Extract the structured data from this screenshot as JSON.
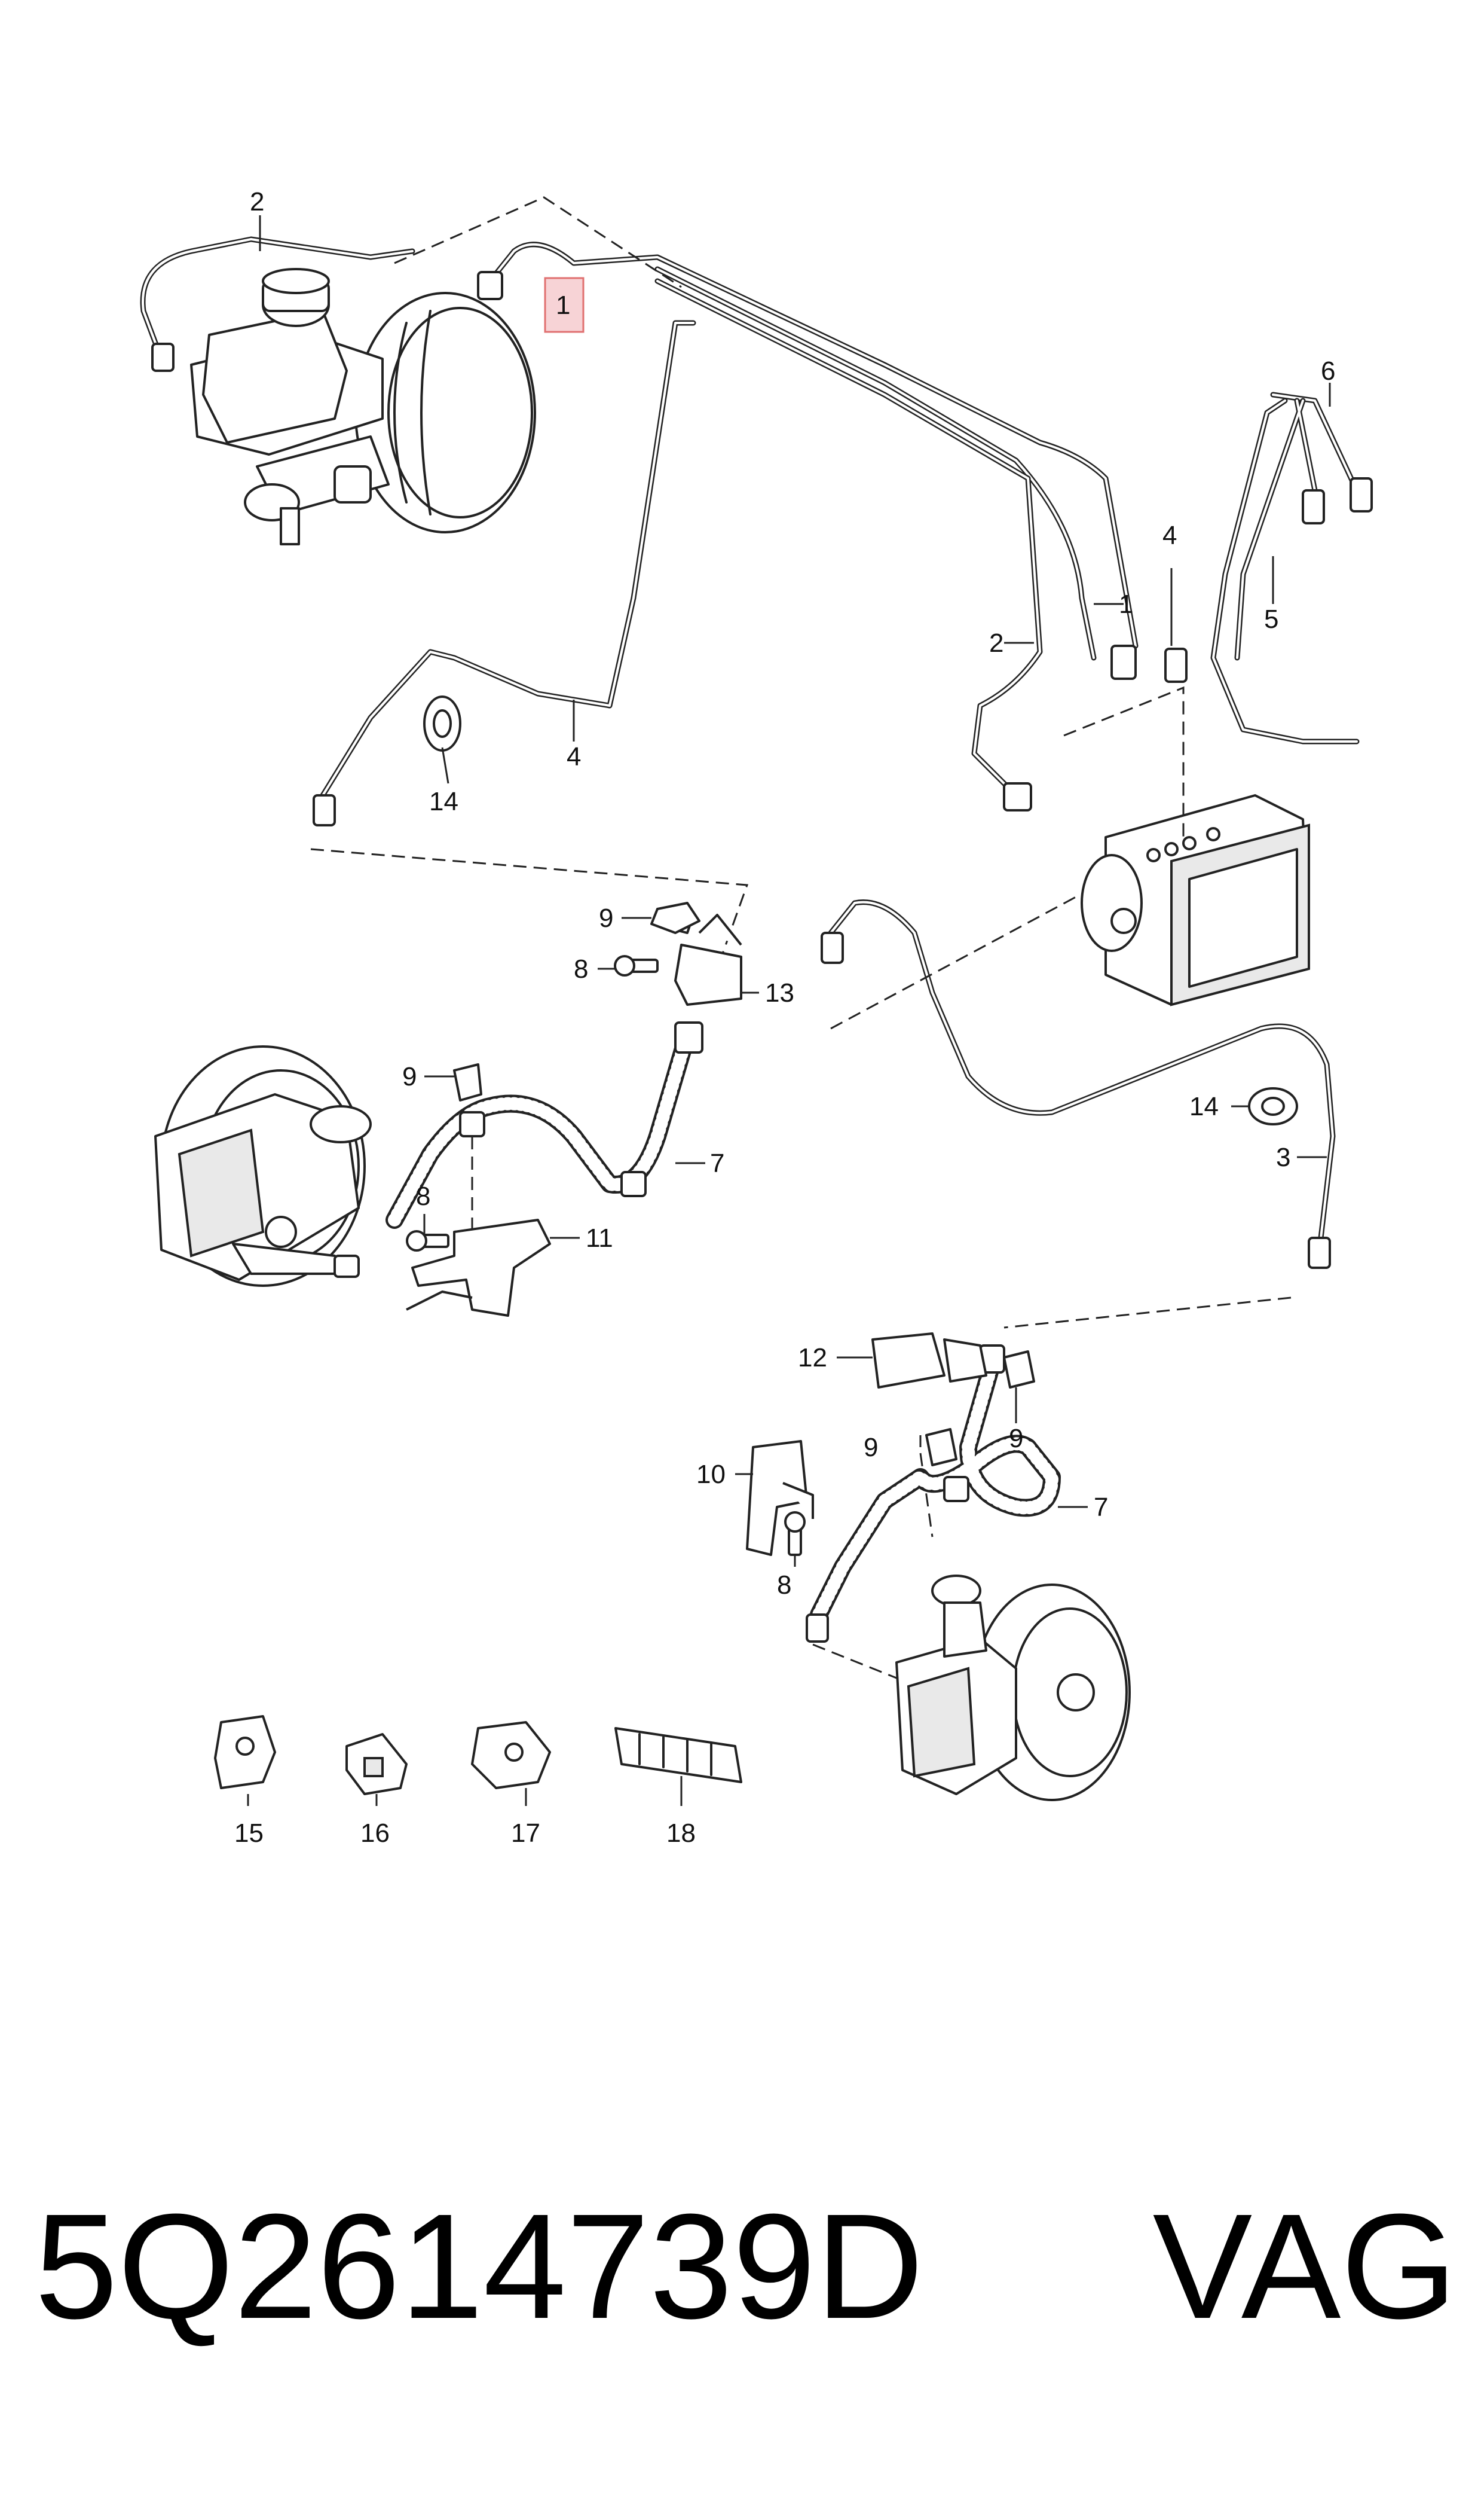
{
  "callouts": {
    "c1": "1",
    "c1b": "1",
    "c2": "2",
    "c2b": "2",
    "c3": "3",
    "c4": "4",
    "c4b": "4",
    "c5": "5",
    "c6": "6",
    "c7": "7",
    "c7b": "7",
    "c8": "8",
    "c8b": "8",
    "c8c": "8",
    "c9": "9",
    "c9b": "9",
    "c9c": "9",
    "c9d": "9",
    "c10": "10",
    "c11": "11",
    "c12": "12",
    "c13": "13",
    "c14": "14",
    "c14b": "14",
    "c15": "15",
    "c16": "16",
    "c17": "17",
    "c18": "18"
  },
  "footer": {
    "part_number": "5Q2614739D",
    "brand": "VAG"
  },
  "highlight_color": "#e07070",
  "highlight_fill": "#f7d3d6"
}
